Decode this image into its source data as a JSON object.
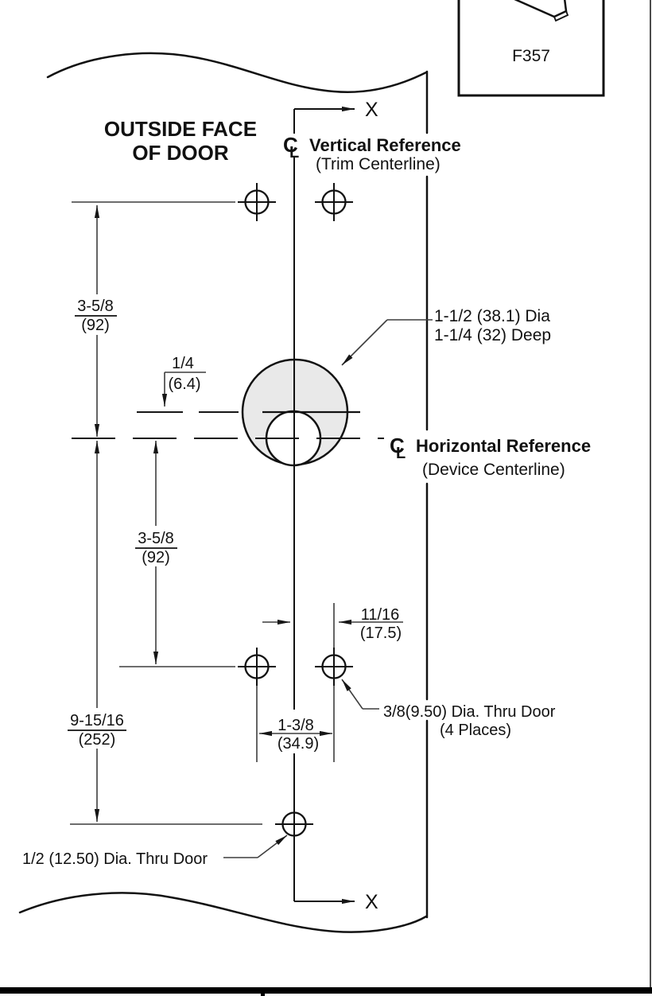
{
  "drawing": {
    "headings": {
      "outside_face_line1": "OUTSIDE FACE",
      "outside_face_line2": "OF DOOR"
    },
    "references": {
      "centerline_symbol": {
        "c": "C",
        "l": "L"
      },
      "vertical": {
        "title": "Vertical Reference",
        "subtitle": "(Trim Centerline)"
      },
      "horizontal": {
        "title": "Horizontal Reference",
        "subtitle": "(Device Centerline)"
      },
      "axis_marker_top": "X",
      "axis_marker_bottom": "X"
    },
    "part_label": "F357",
    "dimensions": {
      "top_hole_to_ref": {
        "value": "3-5/8",
        "metric": "(92)"
      },
      "ref_to_bottom_hole": {
        "value": "3-5/8",
        "metric": "(92)"
      },
      "latch_offset": {
        "value": "1/4",
        "metric": "(6.4)"
      },
      "ref_to_center_hole": {
        "value": "9-15/16",
        "metric": "(252)"
      },
      "center_to_hole": {
        "value": "11/16",
        "metric": "(17.5)"
      },
      "hole_spacing": {
        "value": "1-3/8",
        "metric": "(34.9)"
      }
    },
    "notes": {
      "cylinder_line1": "1-1/2 (38.1) Dia",
      "cylinder_line2": "1-1/4 (32) Deep",
      "thru_holes_line1": "3/8(9.50) Dia. Thru Door",
      "thru_holes_line2": "(4 Places)",
      "center_hole": "1/2 (12.50) Dia. Thru Door"
    },
    "colors": {
      "line": "#111111",
      "dim_line": "#3d3d3d",
      "cylinder_fill": "#e9e9e9",
      "footer_bar": "#000000"
    }
  }
}
